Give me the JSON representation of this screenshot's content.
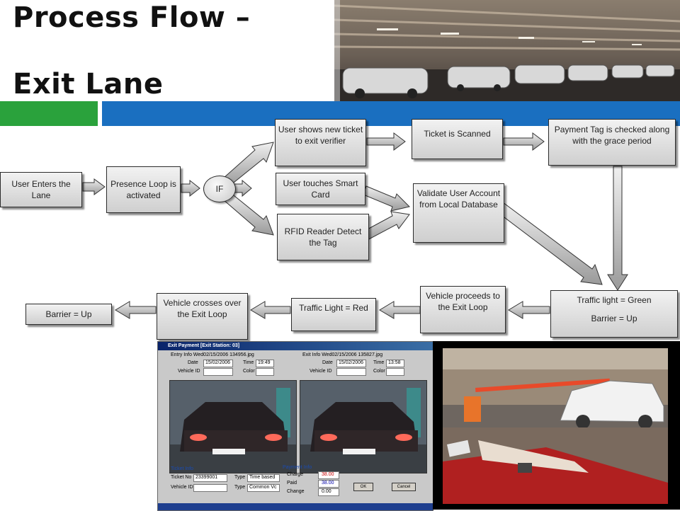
{
  "slide": {
    "title_line1": "Process Flow –",
    "title_line2": "Exit Lane"
  },
  "colors": {
    "accent_green": "#2aa23c",
    "accent_blue": "#1a6fc0",
    "box_fill": "#e3e3e3",
    "arrow_fill": "#c8c8c8"
  },
  "flow": {
    "user_enters": "User Enters the Lane",
    "presence_loop": "Presence Loop is activated",
    "if_node": "IF",
    "new_ticket": "User shows new ticket to exit verifier",
    "ticket_scanned": "Ticket is Scanned",
    "payment_tag": "Payment Tag is checked along with the grace period",
    "smart_card": "User touches Smart Card",
    "rfid": "RFID Reader Detect the Tag",
    "validate": "Validate User Account from Local Database",
    "green_line1": "Traffic light = Green",
    "green_line2": "Barrier  = Up",
    "proceeds": "Vehicle proceeds to the Exit Loop",
    "red": "Traffic Light = Red",
    "crosses": "Vehicle crosses over the Exit Loop",
    "barrier_up": "Barrier  = Up"
  },
  "screenshot": {
    "window_title": "Exit Payment [Exit Station: 03]",
    "entry_info": "Entry Info Wed02/15/2006 134956.jpg",
    "exit_info": "Exit Info Wed02/15/2006 135827.jpg",
    "date_label": "Date",
    "entry_date": "15/02/2006",
    "exit_date": "15/02/2006",
    "time_label": "Time",
    "entry_time": "19:49",
    "exit_time": "13:58",
    "vehicle_id_label": "Vehicle ID",
    "color_label": "Color",
    "ticket_info": "Ticket Info",
    "ticket_no_label": "Ticket No",
    "ticket_no": "23399001",
    "type_label": "Type",
    "type_value_1": "Time based",
    "type_value_2": "Common Vc",
    "payment_info": "Payment Info",
    "charge_label": "Charge",
    "charge_value": "38.00",
    "paid_label": "Paid",
    "paid_value": "38.00",
    "change_label": "Change",
    "change_value": "0.00",
    "ok_label": "OK",
    "cancel_label": "Cancel"
  }
}
